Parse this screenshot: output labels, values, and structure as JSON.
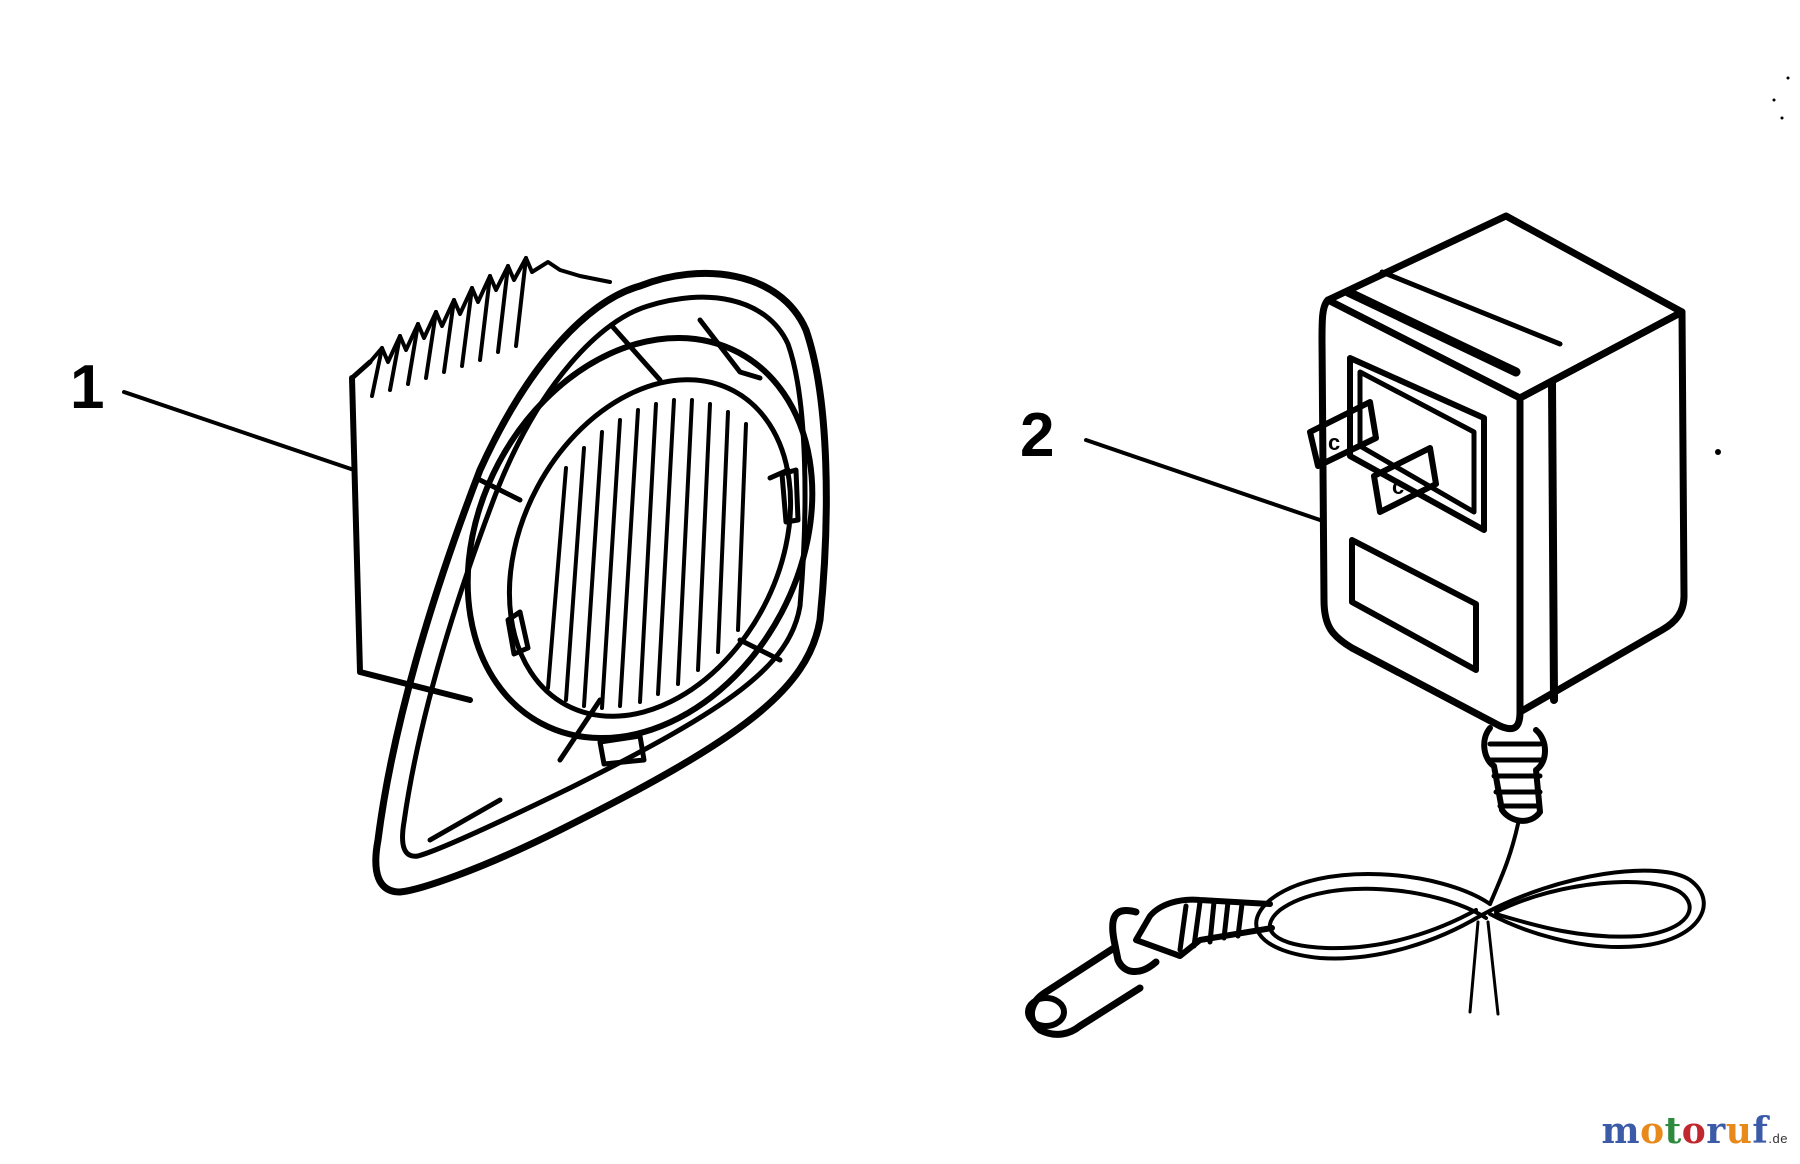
{
  "callouts": [
    {
      "number": "1",
      "part": "filter"
    },
    {
      "number": "2",
      "part": "charger"
    }
  ],
  "watermark": {
    "text": "motoruf",
    "suffix": ".de",
    "colors": [
      "#3b5ba8",
      "#e8891c",
      "#2e8b3e",
      "#c0282d",
      "#3b5ba8",
      "#e8891c",
      "#3b5ba8"
    ]
  },
  "icons": {
    "filter": "cartridge-filter-icon",
    "charger": "wall-charger-icon"
  }
}
